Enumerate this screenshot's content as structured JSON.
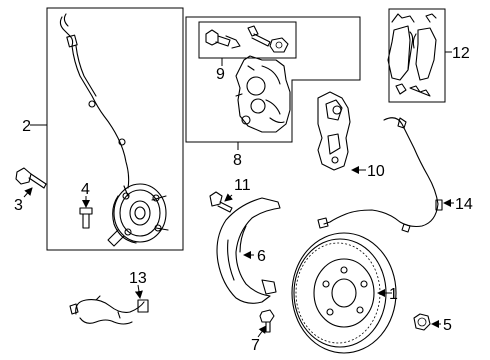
{
  "diagram": {
    "title": "",
    "callouts": {
      "c1": "1",
      "c2": "2",
      "c3": "3",
      "c4": "4",
      "c5": "5",
      "c6": "6",
      "c7": "7",
      "c8": "8",
      "c9": "9",
      "c10": "10",
      "c11": "11",
      "c12": "12",
      "c13": "13",
      "c14": "14"
    }
  }
}
